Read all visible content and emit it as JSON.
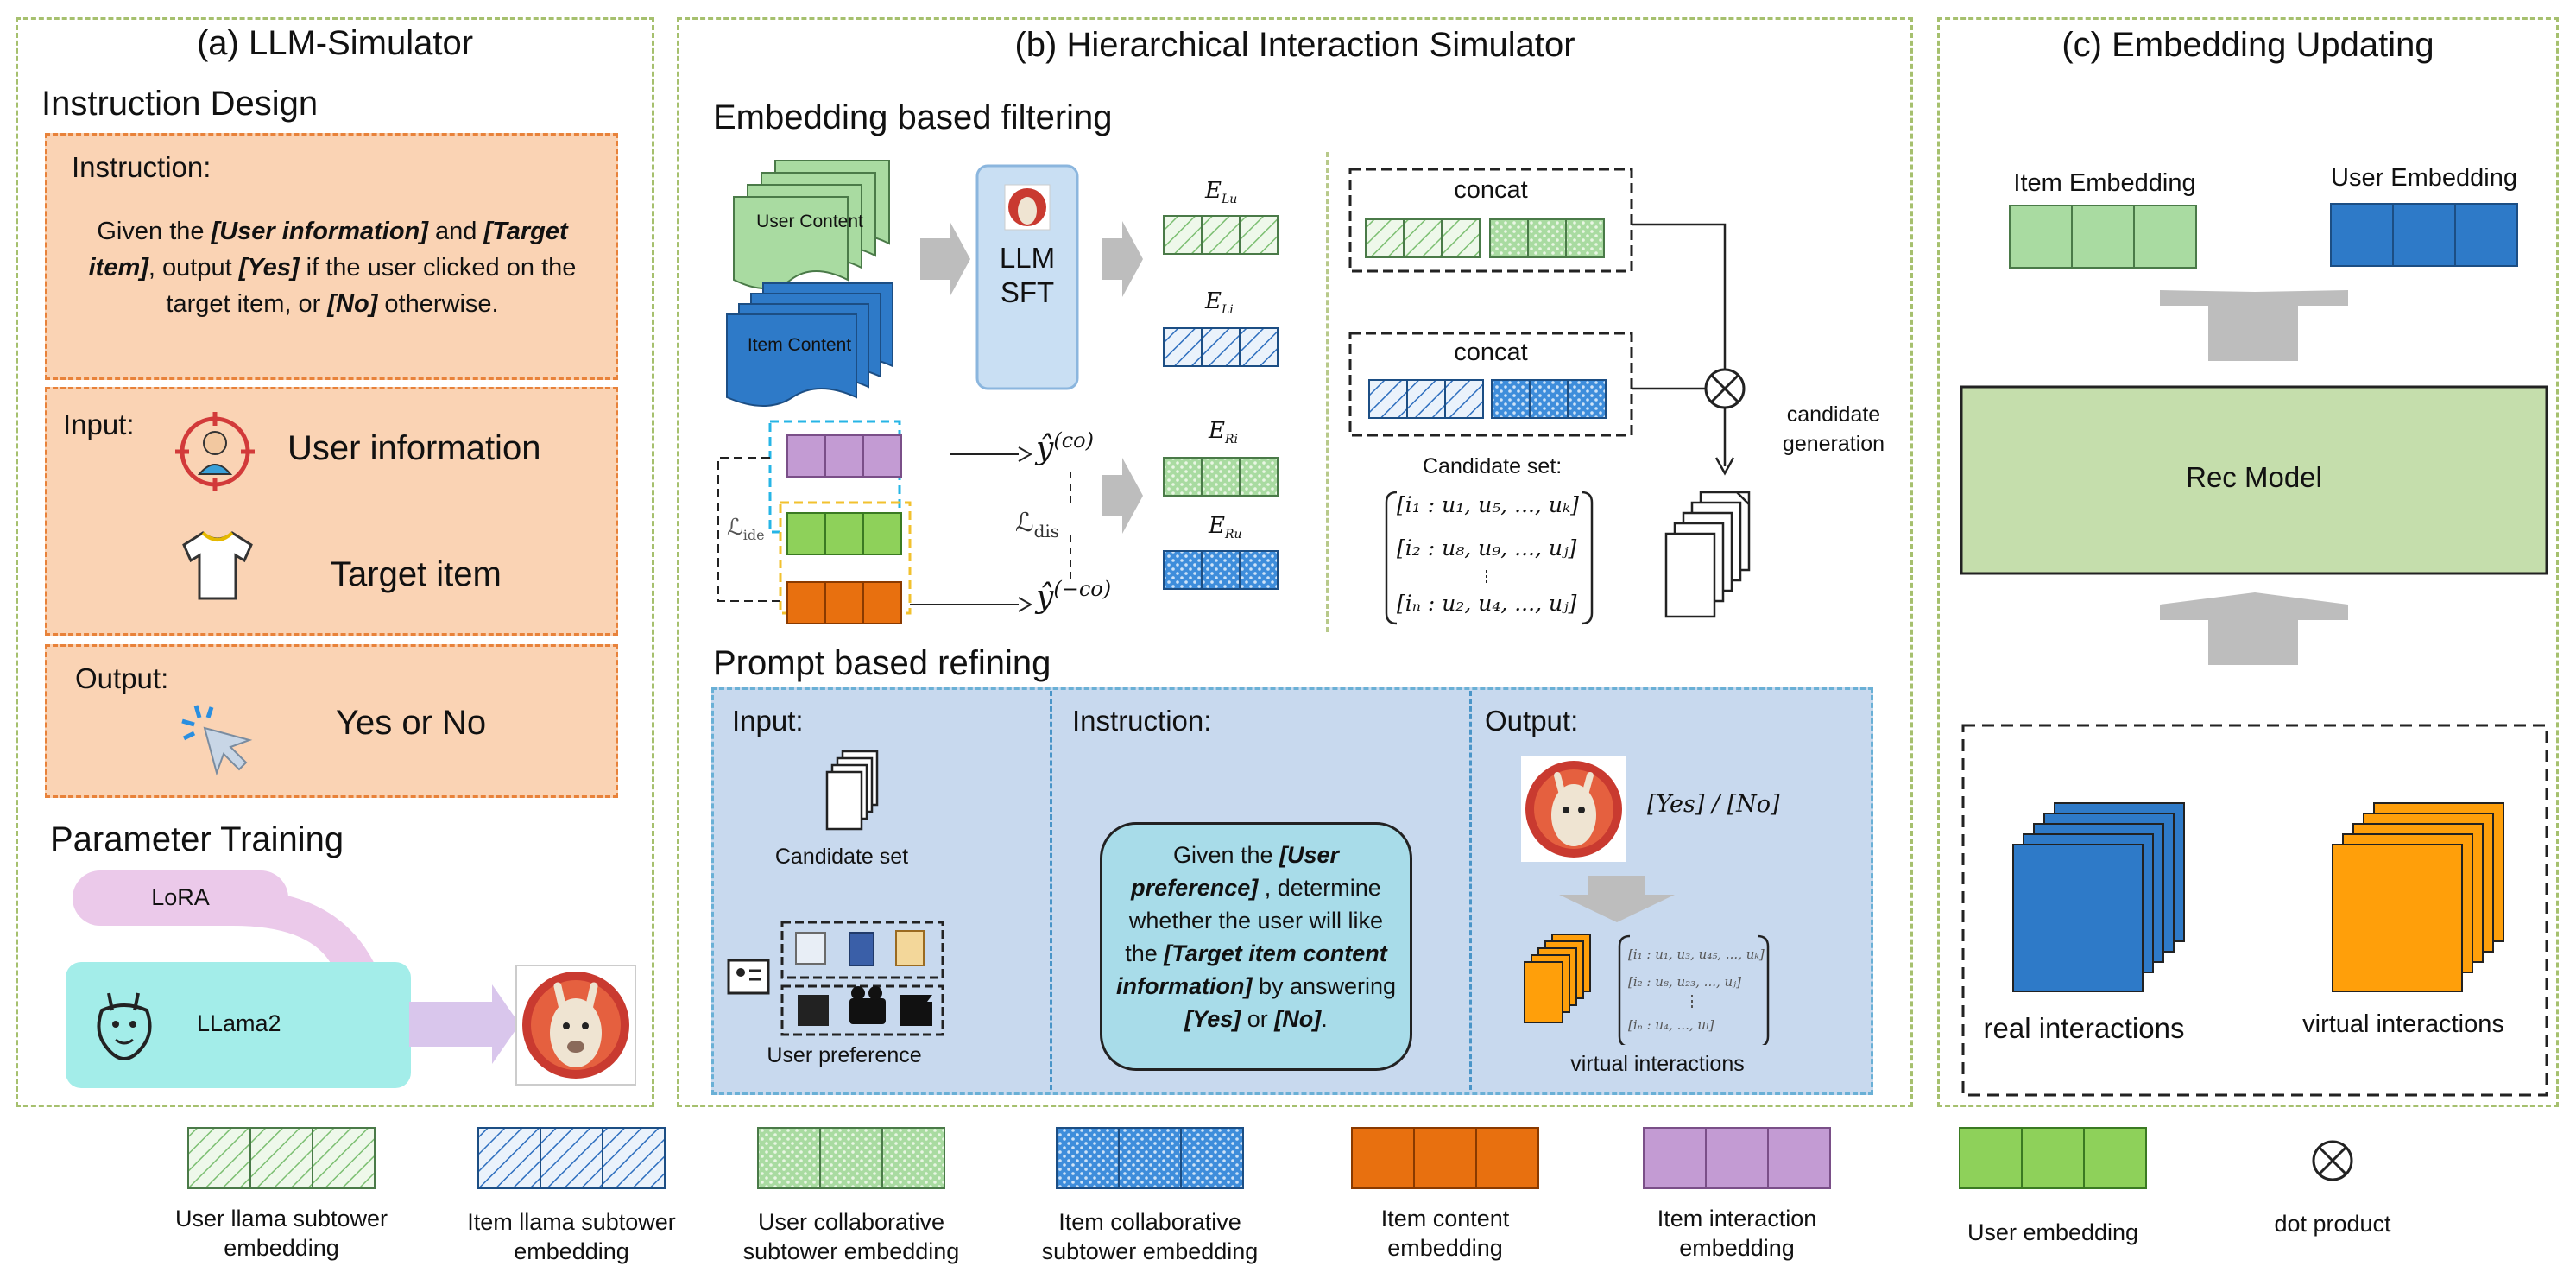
{
  "panels": {
    "a_title": "(a) LLM-Simulator",
    "b_title": "(b) Hierarchical Interaction Simulator",
    "c_title": "(c) Embedding Updating"
  },
  "a": {
    "instruction_design": "Instruction Design",
    "instruction_label": "Instruction:",
    "instr": {
      "p1": "Given the ",
      "b1": "[User information]",
      "p2": " and ",
      "b2": "[Target item]",
      "p3": ", output ",
      "b3": "[Yes]",
      "p4": " if the user clicked on the target item, or ",
      "b4": "[No]",
      "p5": " otherwise."
    },
    "input_label": "Input:",
    "user_information": "User information",
    "target_item": "Target item",
    "output_label": "Output:",
    "yes_or_no": "Yes or No",
    "parameter_training": "Parameter Training",
    "lora": "LoRA",
    "llama2": "LLama2"
  },
  "b": {
    "embedding_filtering": "Embedding based filtering",
    "user_content": "User Content",
    "item_content": "Item Content",
    "llm_sft_1": "LLM",
    "llm_sft_2": "SFT",
    "e_lu": "E",
    "e_lu_sub": "Lu",
    "e_li": "E",
    "e_li_sub": "Li",
    "e_ri": "E",
    "e_ri_sub": "Ri",
    "e_ru": "E",
    "e_ru_sub": "Ru",
    "y_co": "ŷ",
    "y_co_sup": "(co)",
    "y_neg_co": "ŷ",
    "y_neg_co_sup": "(−co)",
    "l_ide": "ℒ",
    "l_ide_sub": "ide",
    "l_dis": "ℒ",
    "l_dis_sub": "dis",
    "concat1": "concat",
    "concat2": "concat",
    "candidate_set_label": "Candidate set:",
    "cand_row1": "[i₁ : u₁, u₅, ..., uₖ]",
    "cand_row2": "[i₂ : u₈, u₉, ..., uⱼ]",
    "cand_row3": "[iₙ : u₂, u₄, ..., uⱼ]",
    "candidate_generation_1": "candidate",
    "candidate_generation_2": "generation",
    "prompt_refining": "Prompt based refining",
    "input_label": "Input:",
    "candidate_set": "Candidate set",
    "user_preference": "User preference",
    "instruction_label": "Instruction:",
    "bubble": {
      "p1": "Given the ",
      "b1": "[User preference]",
      "p2": " , determine whether the user will like the ",
      "b2": "[Target item content information]",
      "p3": " by answering ",
      "b3": "[Yes]",
      "p4": " or ",
      "b4": "[No]",
      "p5": "."
    },
    "output_label": "Output:",
    "yes_no": "[Yes] / [No]",
    "vi_row1": "[i₁ : u₁, u₃, u₄₅, ..., uₖ]",
    "vi_row2": "[i₂ : u₈, u₂₃, ..., uⱼ]",
    "vi_row3": "[iₙ : u₄, ..., uₗ]",
    "virtual_interactions": "virtual interactions"
  },
  "c": {
    "item_embedding": "Item Embedding",
    "user_embedding": "User Embedding",
    "rec_model": "Rec Model",
    "real_interactions": "real interactions",
    "virtual_interactions": "virtual interactions"
  },
  "legend": [
    {
      "line1": "User llama subtower",
      "line2": "embedding"
    },
    {
      "line1": "Item llama subtower",
      "line2": "embedding"
    },
    {
      "line1": "User collaborative",
      "line2": "subtower embedding"
    },
    {
      "line1": "Item collaborative",
      "line2": "subtower embedding"
    },
    {
      "line1": "Item content",
      "line2": "embedding"
    },
    {
      "line1": "Item interaction",
      "line2": "embedding"
    },
    {
      "line1": "User embedding",
      "line2": ""
    },
    {
      "line1": "dot product",
      "line2": ""
    }
  ],
  "colors": {
    "panel_border": "#a6c06e",
    "orange_fill": "#fad3b4",
    "orange_border": "#e8823a",
    "light_green": "#a9dba1",
    "green": "#8ed15a",
    "blue": "#2e7ac8",
    "orange": "#ff9f0a",
    "purple": "#c39bd3",
    "item_content_orange": "#e8700f",
    "prompt_bg": "#c8d9ee",
    "rec_model": "#c5deac",
    "llm_box": "#c9dff3",
    "lora": "#ebc9ea",
    "llama": "#a3ede9"
  }
}
